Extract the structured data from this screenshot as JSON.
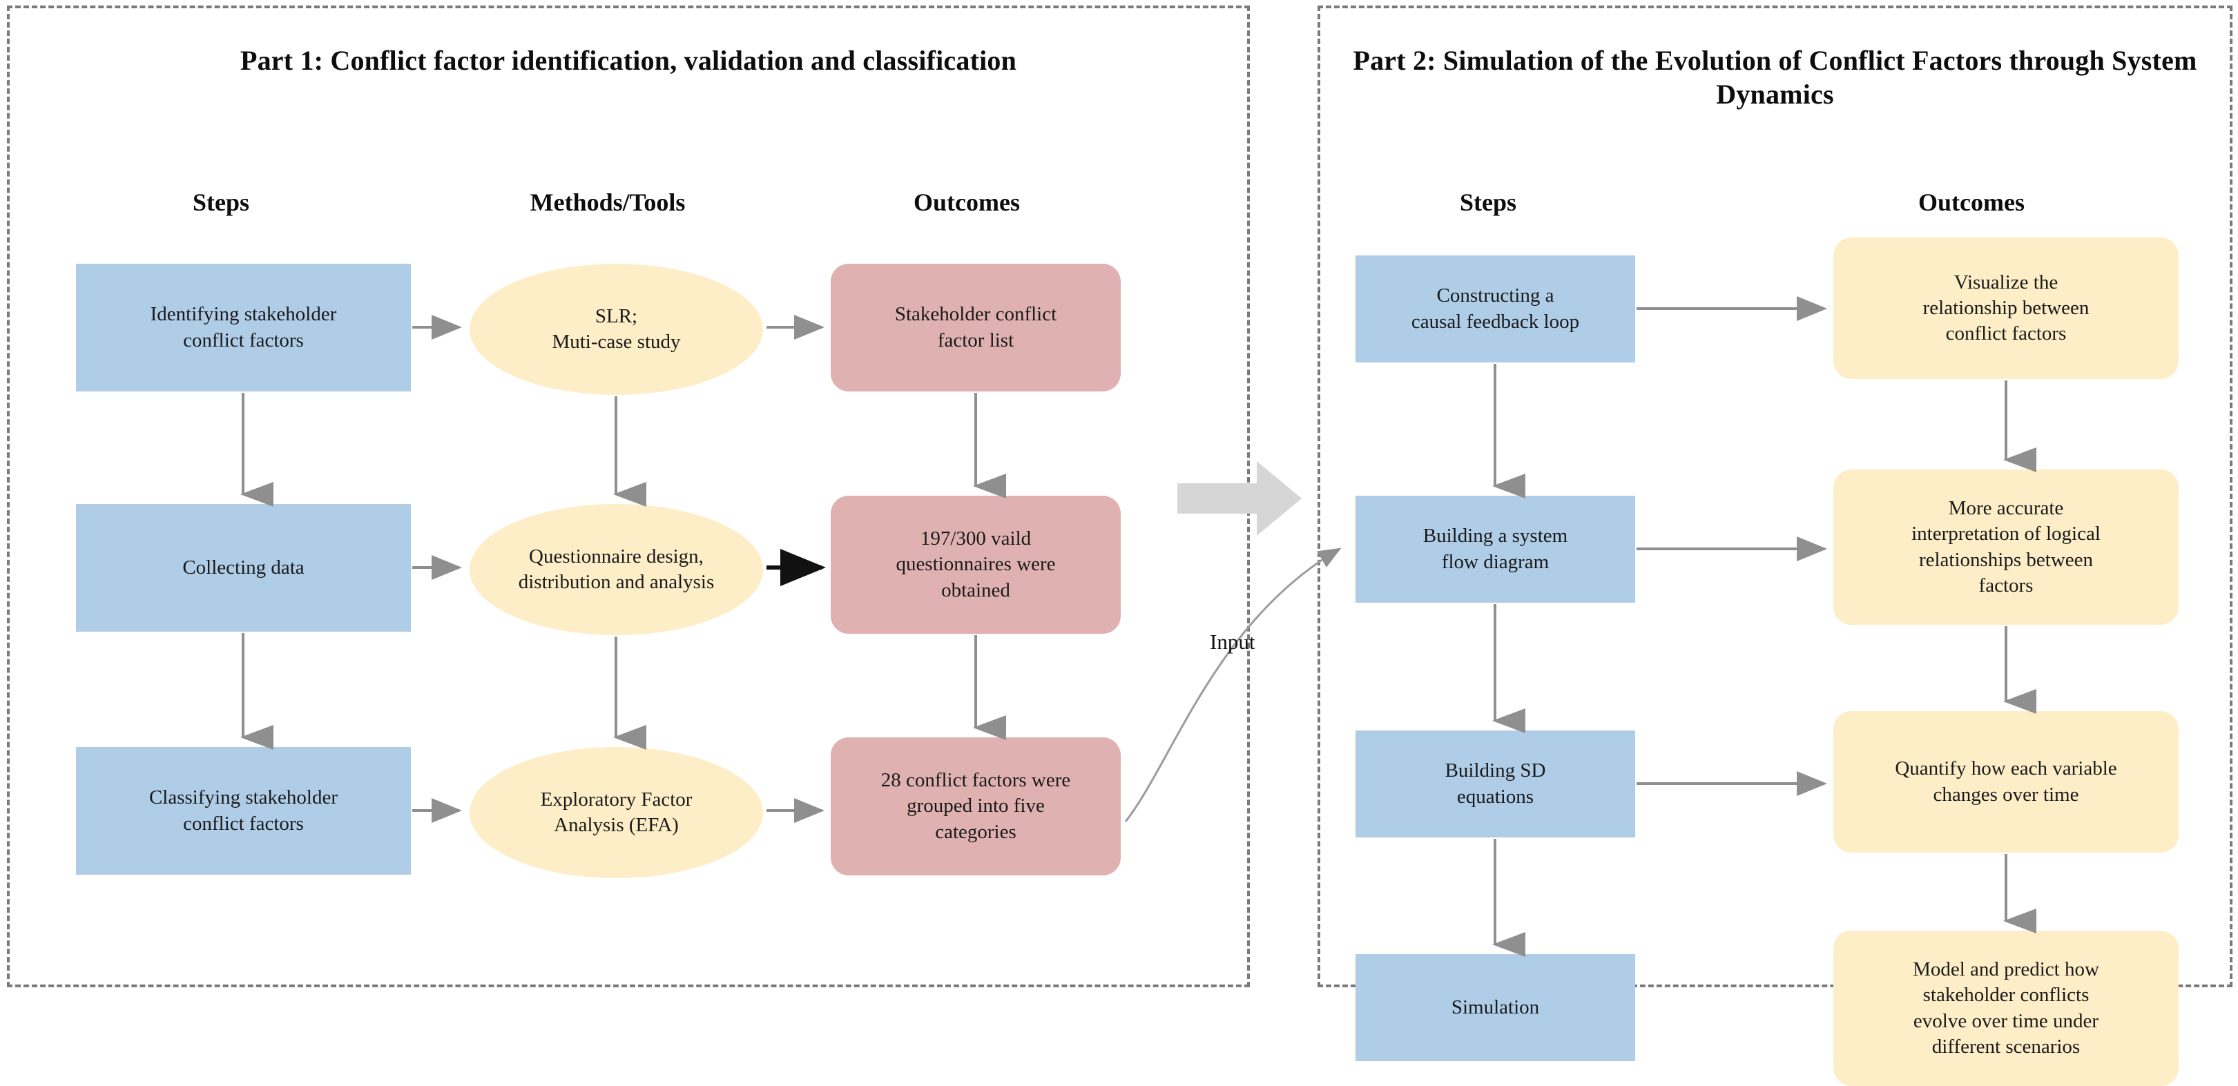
{
  "part1": {
    "title": "Part 1: Conflict factor identification, validation\nand classification",
    "headers": [
      {
        "label": "Steps"
      },
      {
        "label": "Methods/Tools"
      },
      {
        "label": "Outcomes"
      }
    ],
    "steps": [
      {
        "label": "Identifying stakeholder\nconflict factors"
      },
      {
        "label": "Collecting data"
      },
      {
        "label": "Classifying stakeholder\nconflict factors"
      }
    ],
    "methods": [
      {
        "label": "SLR;\nMuti-case study"
      },
      {
        "label": "Questionnaire design,\ndistribution and analysis"
      },
      {
        "label": "Exploratory Factor\nAnalysis (EFA)"
      }
    ],
    "outcomes": [
      {
        "label": "Stakeholder conflict\nfactor list"
      },
      {
        "label": "197/300 vaild\nquestionnaires were\nobtained"
      },
      {
        "label": "28 conflict factors were\ngrouped into five\ncategories"
      }
    ]
  },
  "part2": {
    "title": "Part 2: Simulation of the  Evolution of\nConflict Factors through System Dynamics",
    "headers": [
      {
        "label": "Steps"
      },
      {
        "label": "Outcomes"
      }
    ],
    "steps": [
      {
        "label": "Constructing a\ncausal feedback loop"
      },
      {
        "label": "Building a system\nflow diagram"
      },
      {
        "label": "Building SD\nequations"
      },
      {
        "label": "Simulation"
      }
    ],
    "outcomes": [
      {
        "label": "Visualize the\nrelationship between\nconflict factors"
      },
      {
        "label": "More accurate\ninterpretation of logical\nrelationships between\nfactors"
      },
      {
        "label": "Quantify how each variable\nchanges over time"
      },
      {
        "label": "Model and predict how\nstakeholder conflicts\nevolve over time under\ndifferent scenarios"
      }
    ]
  },
  "connector": {
    "input_label": "Input"
  },
  "colors": {
    "step_blue": "#b0cde8",
    "method_yellow": "#fdeec8",
    "outcome_pink": "#e0b1b1",
    "outcome_yellow": "#fdeec8",
    "arrow_gray": "#8f8f8f",
    "arrow_black": "#111111",
    "panel_border": "#7a7a7a",
    "block_arrow": "#d6d6d6"
  }
}
